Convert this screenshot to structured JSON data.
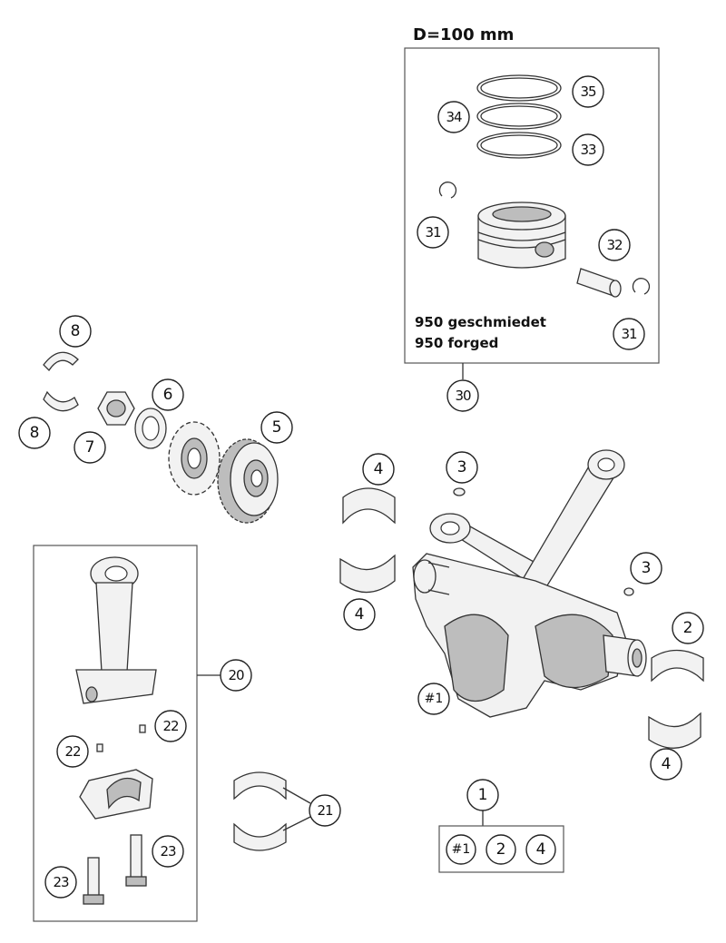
{
  "piston_box": {
    "header": "D=100 mm",
    "note_line1": "950 geschmiedet",
    "note_line2": "950 forged"
  },
  "callouts": [
    {
      "id": "c35",
      "label": "35"
    },
    {
      "id": "c34",
      "label": "34"
    },
    {
      "id": "c33",
      "label": "33"
    },
    {
      "id": "c31a",
      "label": "31"
    },
    {
      "id": "c32",
      "label": "32"
    },
    {
      "id": "c31b",
      "label": "31"
    },
    {
      "id": "c30",
      "label": "30"
    },
    {
      "id": "c8a",
      "label": "8"
    },
    {
      "id": "c8b",
      "label": "8"
    },
    {
      "id": "c7",
      "label": "7"
    },
    {
      "id": "c6",
      "label": "6"
    },
    {
      "id": "c5",
      "label": "5"
    },
    {
      "id": "c4a",
      "label": "4"
    },
    {
      "id": "c4b",
      "label": "4"
    },
    {
      "id": "c3a",
      "label": "3"
    },
    {
      "id": "c3b",
      "label": "3"
    },
    {
      "id": "c2",
      "label": "2"
    },
    {
      "id": "c4c",
      "label": "4"
    },
    {
      "id": "c1crank",
      "label": "#1"
    },
    {
      "id": "c20",
      "label": "20"
    },
    {
      "id": "c22a",
      "label": "22"
    },
    {
      "id": "c22b",
      "label": "22"
    },
    {
      "id": "c21",
      "label": "21"
    },
    {
      "id": "c23a",
      "label": "23"
    },
    {
      "id": "c23b",
      "label": "23"
    },
    {
      "id": "c1",
      "label": "1"
    }
  ],
  "kit_box": {
    "items": [
      "#1",
      "2",
      "4"
    ]
  }
}
